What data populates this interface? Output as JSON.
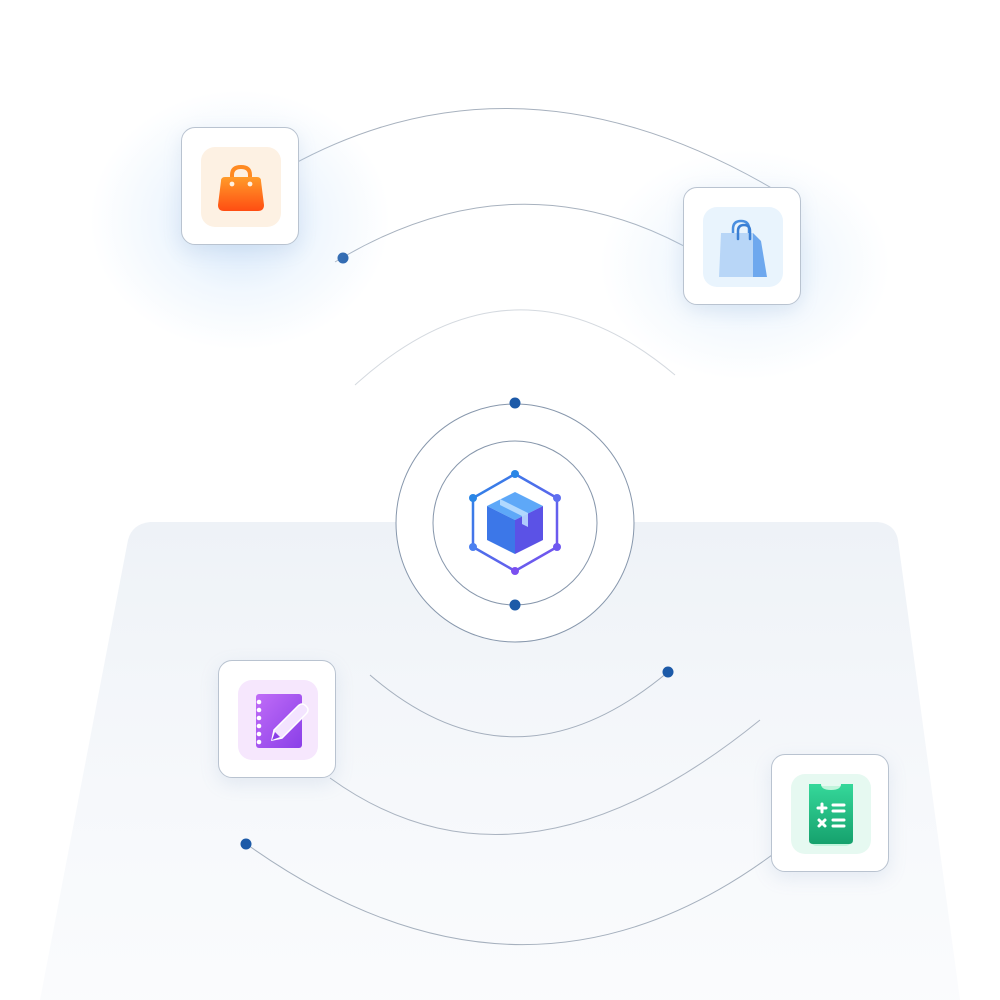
{
  "diagram": {
    "hub": {
      "icon": "package-box-icon"
    },
    "nodes": [
      {
        "id": "handbag",
        "icon": "handbag-icon",
        "accent": "#ff7a1f"
      },
      {
        "id": "shopping-bag",
        "icon": "shopping-bag-icon",
        "accent": "#6ea8ee"
      },
      {
        "id": "notebook",
        "icon": "notebook-pencil-icon",
        "accent": "#a24ff0"
      },
      {
        "id": "calculator",
        "icon": "calculator-icon",
        "accent": "#2fc58c"
      }
    ],
    "colors": {
      "background": "#ffffff",
      "platform": "#eef2f7",
      "line": "#8a97a8",
      "dot": "#1c5aa8",
      "hub_gradient_start": "#2a86e6",
      "hub_gradient_end": "#7b4ff0"
    }
  }
}
